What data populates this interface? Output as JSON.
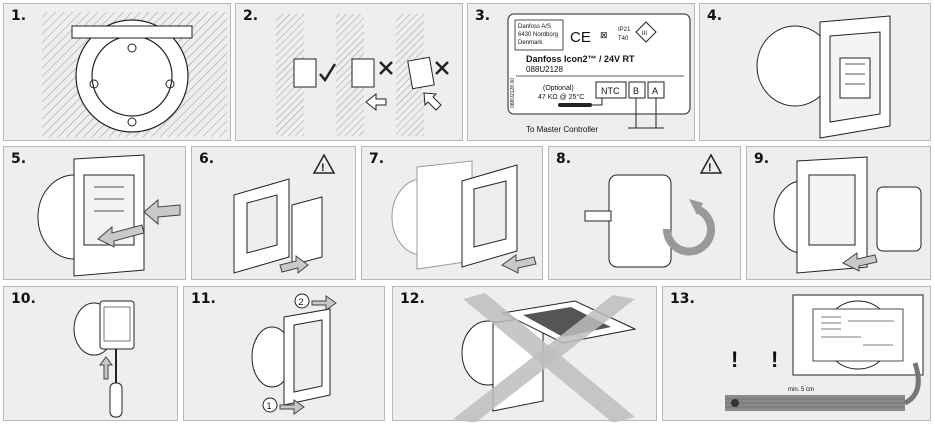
{
  "steps": [
    "1.",
    "2.",
    "3.",
    "4.",
    "5.",
    "6.",
    "7.",
    "8.",
    "9.",
    "10.",
    "11.",
    "12.",
    "13."
  ],
  "label": {
    "company_line1": "Danfoss A/S",
    "company_line2": "6430 Nordborg",
    "company_line3": "Denmark",
    "ce_mark": "CE",
    "ip_rating": "IP21",
    "temp_rating": "T40",
    "class_mark": "III",
    "product_name": "Danfoss Icon2™ / 24V RT",
    "product_code": "088U2128",
    "serial_vertical": "088U2128 00",
    "optional_line1": "(Optional)",
    "optional_line2": "47 KΩ @ 25°C",
    "terminal_ntc": "NTC",
    "terminal_b": "B",
    "terminal_a": "A",
    "to_master": "To Master Controller"
  },
  "callouts": {
    "step11_arrow1": "1",
    "step11_arrow2": "2",
    "warning_symbol": "!",
    "min_distance": "min. 5 cm"
  },
  "colors": {
    "panel_bg": "#eeeeee",
    "line": "#222222",
    "hatch": "#9a9a9a",
    "arrow_fill": "#c9c9c9",
    "cross_fill": "#bdbdbd"
  }
}
